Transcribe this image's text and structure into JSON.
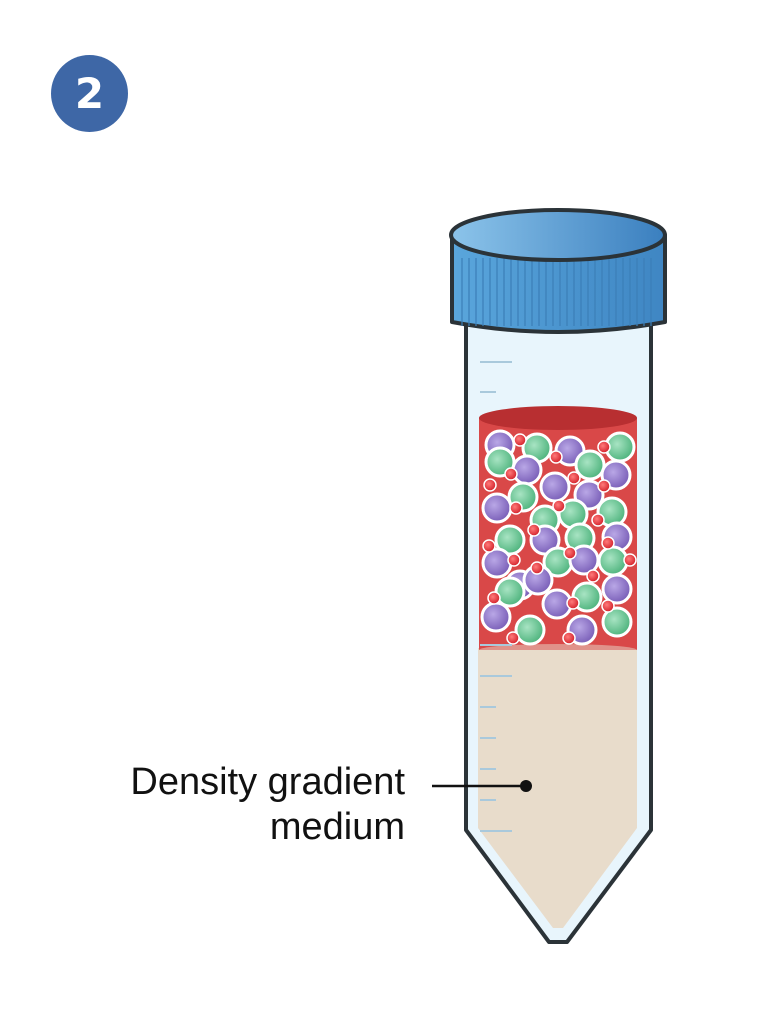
{
  "step_number": "2",
  "label": {
    "line1": "Density gradient",
    "line2": "medium"
  },
  "colors": {
    "badge": "#3e67a6",
    "cap": "#4f9bd3",
    "tube_glass": "#e8f5fc",
    "tube_outline": "#2b3338",
    "blood": "#d94848",
    "medium": "#e8dccb",
    "cell_purple": "#8c74c6",
    "cell_green": "#6fc79a",
    "cell_red": "#e8363f"
  }
}
